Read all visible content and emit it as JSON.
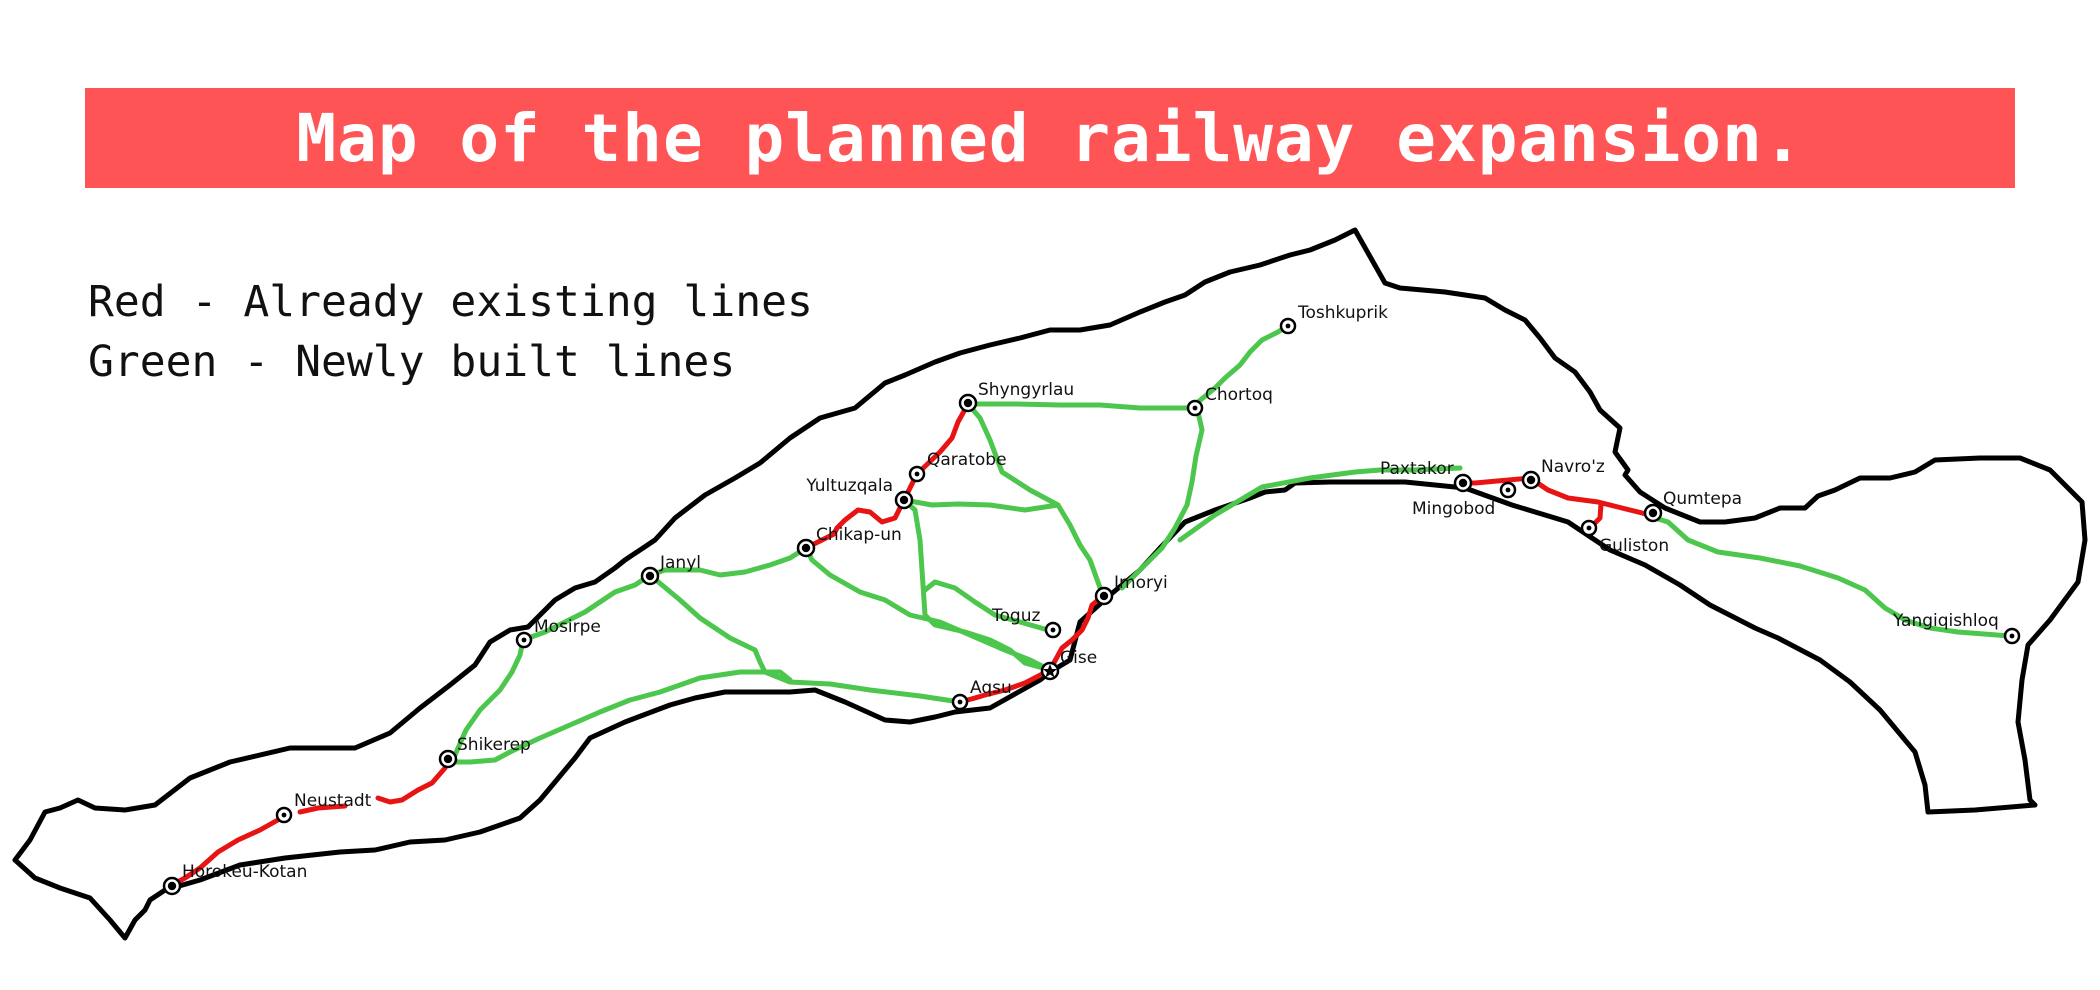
{
  "title": "Map of the planned railway expansion.",
  "legend": {
    "red": "Red - Already existing lines",
    "green": "Green - Newly built lines"
  },
  "colors": {
    "banner": "#fe5456",
    "existing_line": "#e81414",
    "new_line": "#4cc64c",
    "border": "#000000"
  },
  "stations": [
    {
      "name": "Toshkuprik",
      "symbol": "station-ring"
    },
    {
      "name": "Chortoq",
      "symbol": "station-ring"
    },
    {
      "name": "Shyngyrlau",
      "symbol": "station-dot"
    },
    {
      "name": "Qaratobe",
      "symbol": "station-ring"
    },
    {
      "name": "Yultuzqala",
      "symbol": "station-dot"
    },
    {
      "name": "Chikap-un",
      "symbol": "station-dot"
    },
    {
      "name": "Janyl",
      "symbol": "station-dot"
    },
    {
      "name": "Mosirpe",
      "symbol": "station-ring"
    },
    {
      "name": "Shikerep",
      "symbol": "station-dot"
    },
    {
      "name": "Neustadt",
      "symbol": "station-ring"
    },
    {
      "name": "Horokeu-Kotan",
      "symbol": "station-dot"
    },
    {
      "name": "Toguz",
      "symbol": "station-ring"
    },
    {
      "name": "Imoryi",
      "symbol": "station-dot"
    },
    {
      "name": "Gise",
      "symbol": "capital-star"
    },
    {
      "name": "Aqsu",
      "symbol": "station-ring"
    },
    {
      "name": "Paxtakor",
      "symbol": "station-dot"
    },
    {
      "name": "Mingobod",
      "symbol": "station-ring"
    },
    {
      "name": "Navro'z",
      "symbol": "station-dot"
    },
    {
      "name": "Guliston",
      "symbol": "station-ring"
    },
    {
      "name": "Qumtepa",
      "symbol": "station-dot"
    },
    {
      "name": "Yangiqishloq",
      "symbol": "station-ring"
    }
  ]
}
